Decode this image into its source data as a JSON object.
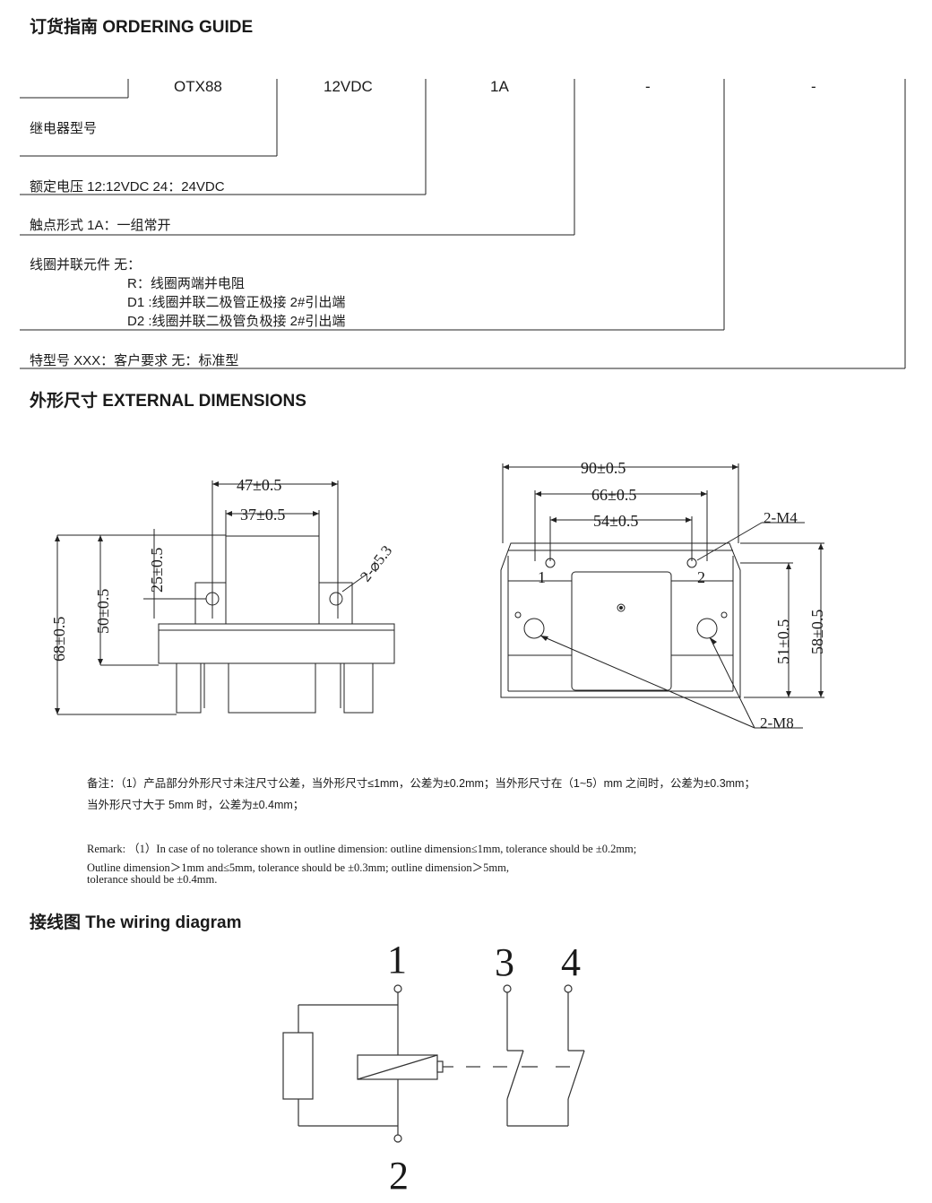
{
  "ordering": {
    "heading": "订货指南 ORDERING  GUIDE",
    "codes": [
      "OTX88",
      "12VDC",
      "1A",
      "-",
      "-"
    ],
    "rows": {
      "model": "继电器型号",
      "voltage": "额定电压  12:12VDC  24：24VDC",
      "contact": "触点形式   1A：一组常开",
      "coil_label": "线圈并联元件  无：",
      "coil_r": "R：线圈两端并电阻",
      "coil_d1": "D1 :线圈并联二极管正极接 2#引出端",
      "coil_d2": "D2 :线圈并联二极管负极接 2#引出端",
      "special": "特型号    XXX：客户要求     无：标准型"
    }
  },
  "dimensions": {
    "heading": "外形尺寸  EXTERNAL DIMENSIONS",
    "left": {
      "w47": "47±0.5",
      "w37": "37±0.5",
      "h25": "25±0.5",
      "h50": "50±0.5",
      "h68": "68±0.5",
      "hole": "2-⌀5.3"
    },
    "right": {
      "w90": "90±0.5",
      "w66": "66±0.5",
      "w54": "54±0.5",
      "m4": "2-M4",
      "m8": "2-M8",
      "h51": "51±0.5",
      "h58": "58±0.5",
      "p1": "1",
      "p2": "2"
    }
  },
  "notes": {
    "cn1": "备注：（1）产品部分外形尺寸未注尺寸公差，当外形尺寸≤1mm，公差为±0.2mm；当外形尺寸在（1~5）mm 之间时，公差为±0.3mm；",
    "cn2": "当外形尺寸大于 5mm 时，公差为±0.4mm；",
    "en1": "Remark: （1）In case of no tolerance shown in outline dimension: outline dimension≤1mm, tolerance should be ±0.2mm;",
    "en2": "Outline dimension＞1mm and≤5mm, tolerance should be ±0.3mm; outline dimension＞5mm,",
    "en3": "tolerance should be ±0.4mm."
  },
  "wiring": {
    "heading": "接线图    The wiring diagram",
    "pins": [
      "1",
      "3",
      "4",
      "2"
    ]
  }
}
